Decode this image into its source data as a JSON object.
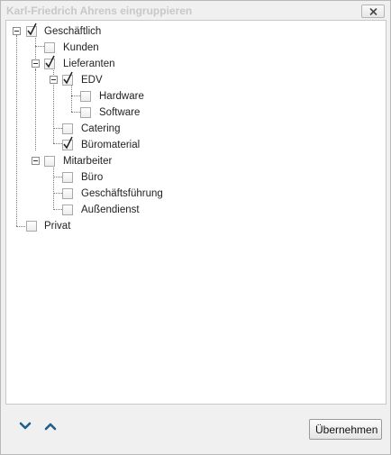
{
  "window": {
    "title": "Karl-Friedrich Ahrens eingruppieren"
  },
  "tree": {
    "items": [
      {
        "label": "Geschäftlich",
        "checked": true
      },
      {
        "label": "Kunden",
        "checked": false
      },
      {
        "label": "Lieferanten",
        "checked": true
      },
      {
        "label": "EDV",
        "checked": true
      },
      {
        "label": "Hardware",
        "checked": false
      },
      {
        "label": "Software",
        "checked": false
      },
      {
        "label": "Catering",
        "checked": false
      },
      {
        "label": "Büromaterial",
        "checked": true
      },
      {
        "label": "Mitarbeiter",
        "checked": false
      },
      {
        "label": "Büro",
        "checked": false
      },
      {
        "label": "Geschäftsführung",
        "checked": false
      },
      {
        "label": "Außendienst",
        "checked": false
      },
      {
        "label": "Privat",
        "checked": false
      }
    ]
  },
  "footer": {
    "move_down_icon": "chevron-down-icon",
    "move_up_icon": "chevron-up-icon",
    "apply_label": "Übernehmen"
  },
  "colors": {
    "arrow": "#1f5f8b",
    "check": "#202020"
  }
}
